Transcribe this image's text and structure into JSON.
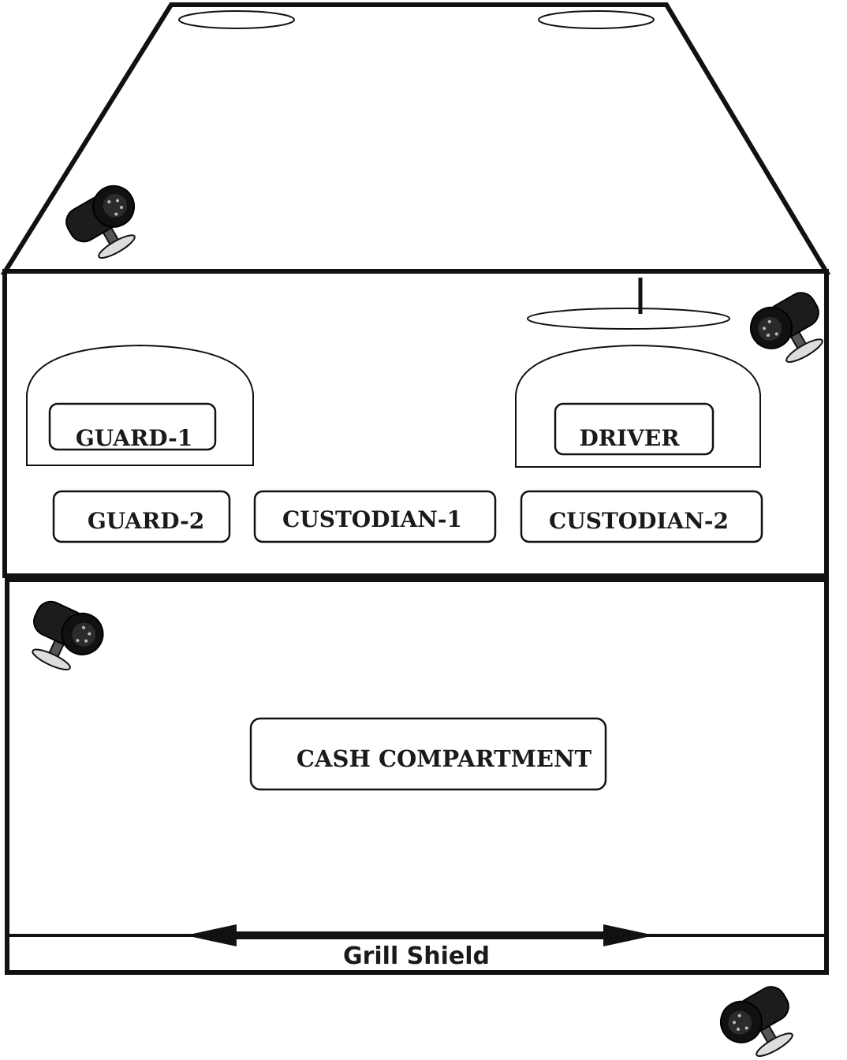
{
  "labels": {
    "guard_1": "GUARD-1",
    "driver": "DRIVER",
    "guard_2": "GUARD-2",
    "custodian_1": "CUSTODIAN-1",
    "custodian_2": "CUSTODIAN-2",
    "cash_compartment": "CASH COMPARTMENT",
    "grill_shield": "Grill Shield"
  },
  "icons": {
    "camera": "cctv-camera-icon",
    "arrow": "double-headed-arrow-icon"
  },
  "colors": {
    "line": "#111111",
    "camera_body": "#1c1c1c",
    "background": "#ffffff"
  }
}
